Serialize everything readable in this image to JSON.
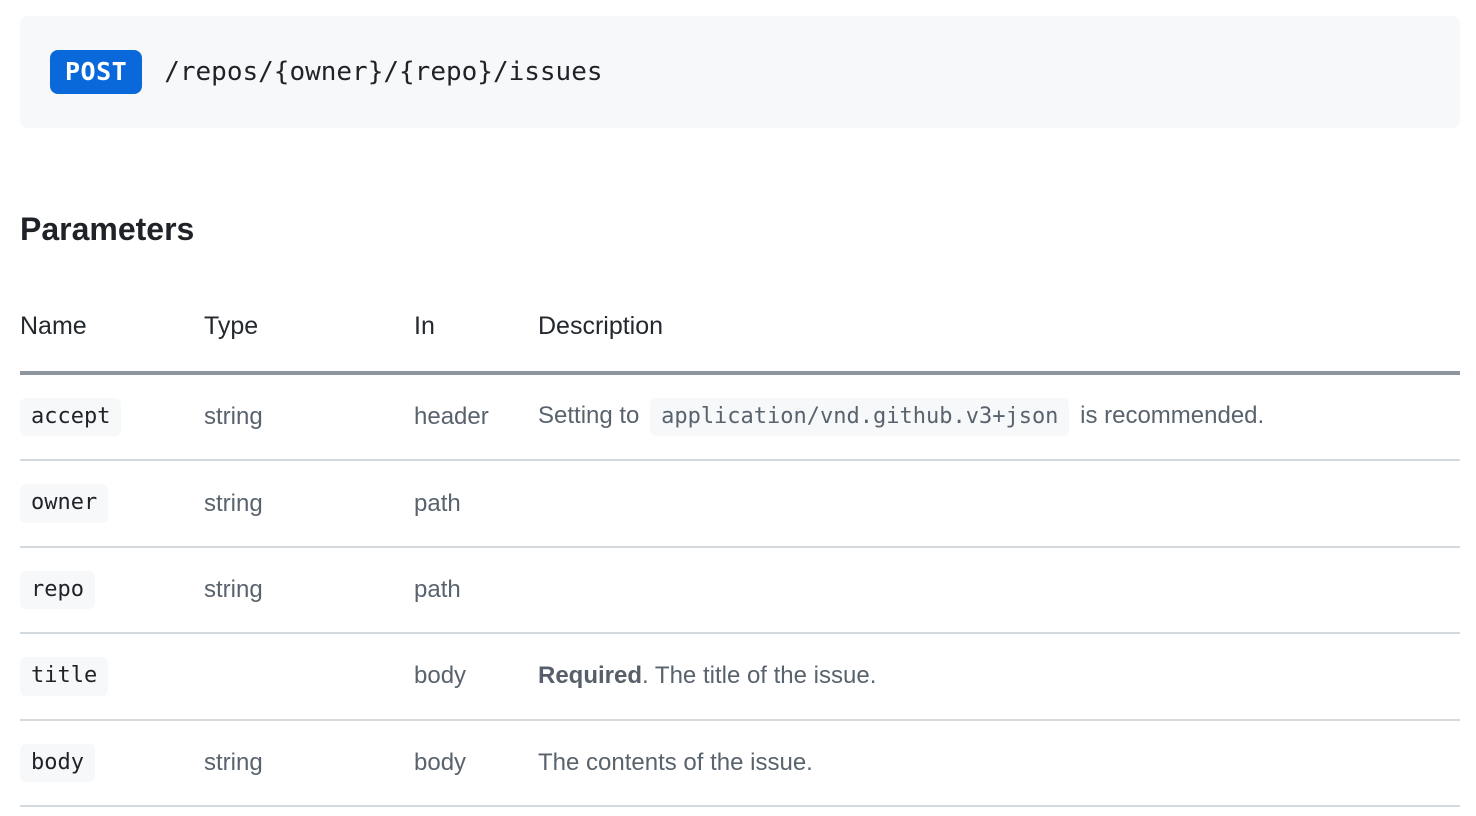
{
  "endpoint": {
    "method": "POST",
    "path": "/repos/{owner}/{repo}/issues"
  },
  "section": {
    "title": "Parameters"
  },
  "table": {
    "headers": [
      "Name",
      "Type",
      "In",
      "Description"
    ],
    "rows": [
      {
        "name": "accept",
        "type": "string",
        "in": "header",
        "description": [
          {
            "t": "text",
            "v": "Setting to "
          },
          {
            "t": "code",
            "v": "application/vnd.github.v3+json"
          },
          {
            "t": "text",
            "v": " is recommended."
          }
        ]
      },
      {
        "name": "owner",
        "type": "string",
        "in": "path",
        "description": []
      },
      {
        "name": "repo",
        "type": "string",
        "in": "path",
        "description": []
      },
      {
        "name": "title",
        "type": "",
        "in": "body",
        "description": [
          {
            "t": "bold",
            "v": "Required"
          },
          {
            "t": "text",
            "v": ". The title of the issue."
          }
        ]
      },
      {
        "name": "body",
        "type": "string",
        "in": "body",
        "description": [
          {
            "t": "text",
            "v": "The contents of the issue."
          }
        ]
      }
    ]
  },
  "colors": {
    "method_badge_bg": "#0969da",
    "method_badge_text": "#ffffff",
    "endpoint_box_bg": "#f6f8fa",
    "code_chip_bg": "#f6f8fa",
    "heading_text": "#1f2328",
    "cell_text": "#59636e",
    "header_rule": "#8f959e",
    "row_rule": "#d4d9de"
  }
}
